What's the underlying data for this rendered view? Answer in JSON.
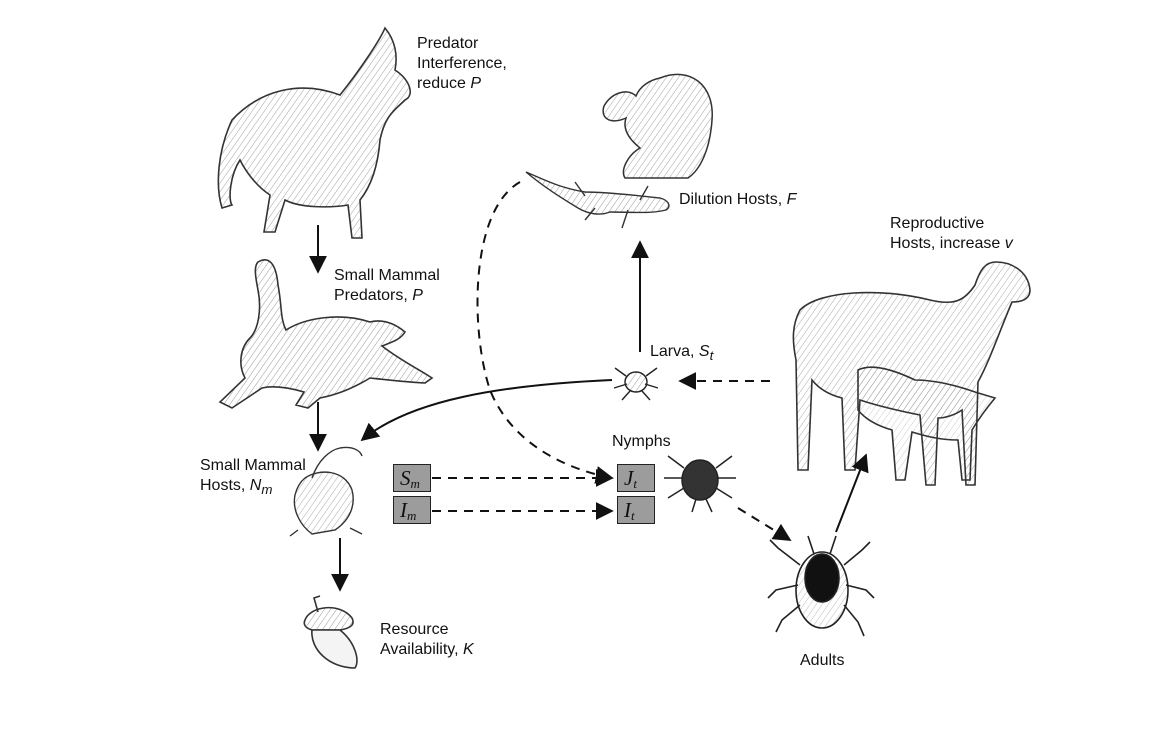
{
  "labels": {
    "predator_interference": {
      "line1": "Predator",
      "line2": "Interference,",
      "line3_prefix": "reduce ",
      "line3_var": "P"
    },
    "small_mammal_predators": {
      "line1": "Small Mammal",
      "line2_prefix": "Predators, ",
      "line2_var": "P"
    },
    "dilution_hosts": {
      "prefix": "Dilution Hosts, ",
      "var": "F"
    },
    "reproductive_hosts": {
      "line1": "Reproductive",
      "line2_prefix": "Hosts, increase ",
      "line2_var": "v"
    },
    "larva": {
      "prefix": "Larva, ",
      "var": "S",
      "sub": "t"
    },
    "nymphs": "Nymphs",
    "small_mammal_hosts": {
      "line1": "Small Mammal",
      "line2_prefix": "Hosts, ",
      "line2_var": "N",
      "line2_sub": "m"
    },
    "resource_availability": {
      "line1": "Resource",
      "line2_prefix": "Availability, ",
      "line2_var": "K"
    },
    "adults": "Adults"
  },
  "boxes": {
    "sm": {
      "var": "S",
      "sub": "m"
    },
    "im": {
      "var": "I",
      "sub": "m"
    },
    "jt": {
      "var": "J",
      "sub": "t"
    },
    "it": {
      "var": "I",
      "sub": "t"
    }
  },
  "colors": {
    "ink": "#111111",
    "box_fill": "#9c9c9c",
    "sketch": "#444444"
  }
}
